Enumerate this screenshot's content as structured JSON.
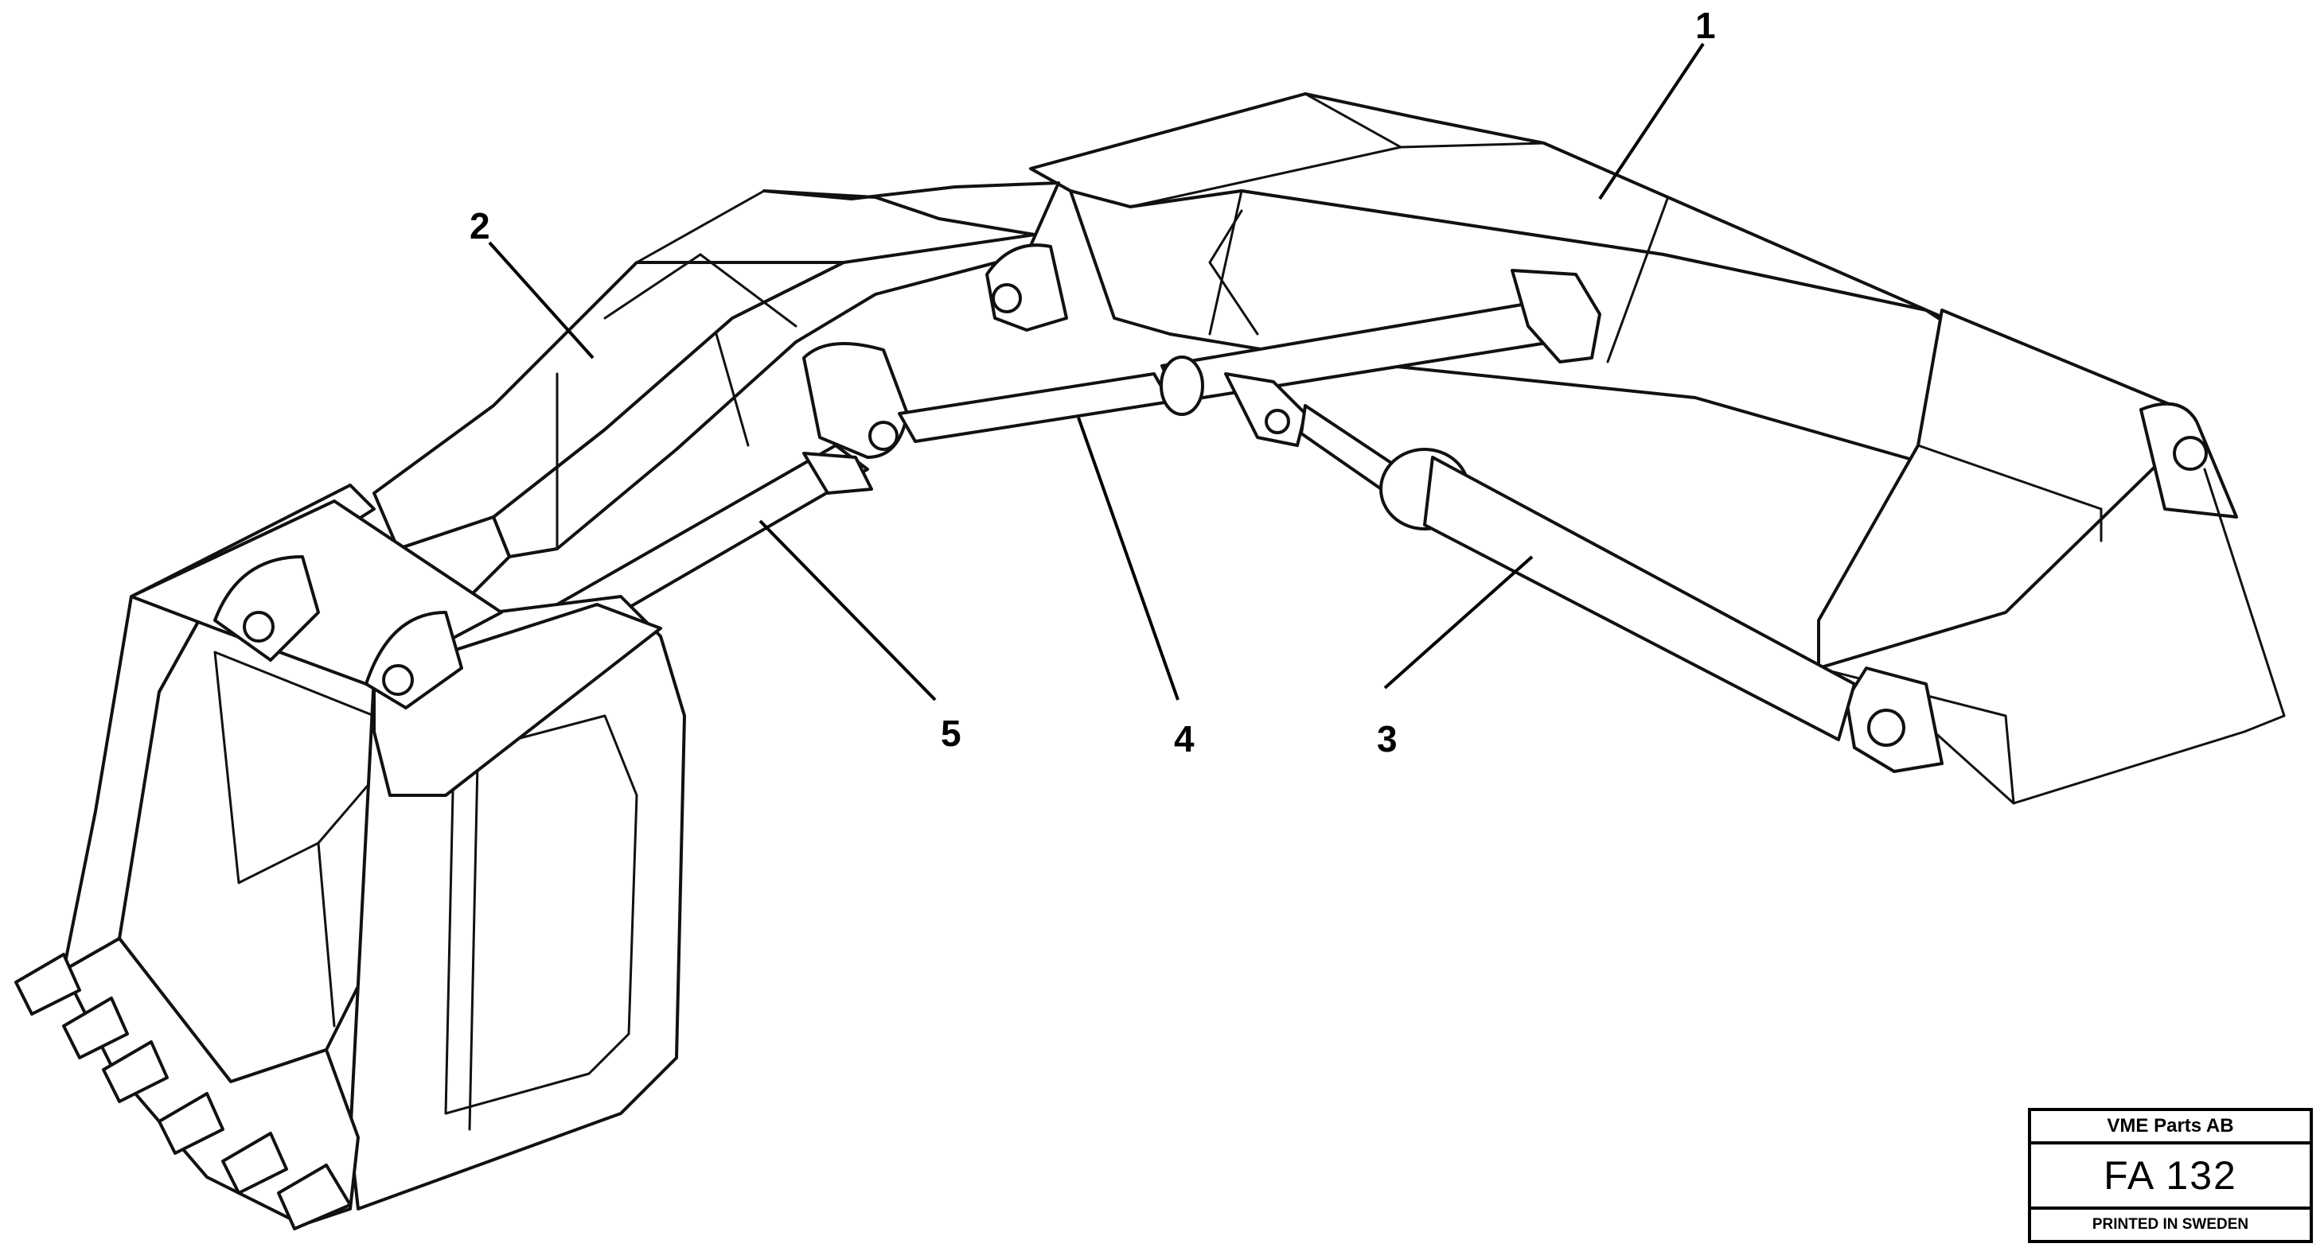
{
  "callouts": {
    "c1": "1",
    "c2": "2",
    "c3": "3",
    "c4": "4",
    "c5": "5"
  },
  "title_block": {
    "company": "VME Parts AB",
    "code": "FA 132",
    "printed": "PRINTED IN SWEDEN"
  }
}
